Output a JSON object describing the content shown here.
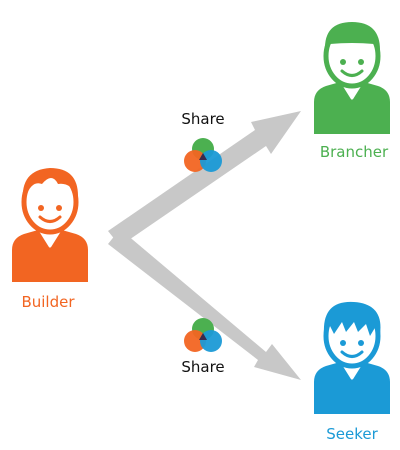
{
  "roles": {
    "builder": {
      "label": "Builder",
      "color": "#f26522",
      "icon": "person-icon"
    },
    "brancher": {
      "label": "Brancher",
      "color": "#4cb050",
      "icon": "person-icon"
    },
    "seeker": {
      "label": "Seeker",
      "color": "#1b9ad6",
      "icon": "person-icon"
    }
  },
  "edges": [
    {
      "from": "builder",
      "to": "brancher",
      "label": "Share",
      "icon": "venn-share-icon"
    },
    {
      "from": "builder",
      "to": "seeker",
      "label": "Share",
      "icon": "venn-share-icon"
    }
  ],
  "colors": {
    "arrow": "#c8c8c8",
    "venn_green": "#4cb050",
    "venn_orange": "#f26522",
    "venn_blue": "#1b9ad6",
    "venn_center": "#3a2a4d"
  }
}
